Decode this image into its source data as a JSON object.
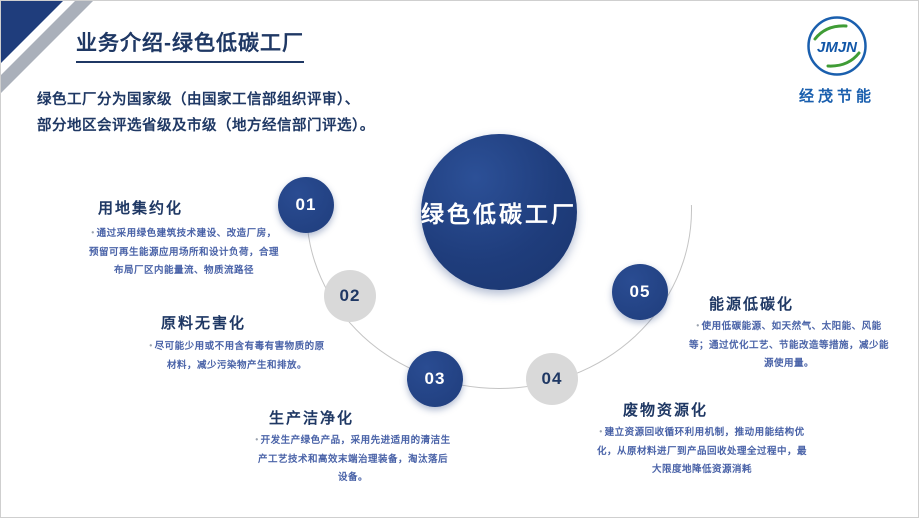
{
  "slide": {
    "title": "业务介绍-绿色低碳工厂",
    "intro_line1": "绿色工厂分为国家级（由国家工信部组织评审）、",
    "intro_line2": "部分地区会评选省级及市级（地方经信部门评选）。",
    "center_circle_label": "绿色低碳工厂"
  },
  "logo": {
    "monogram": "JMJN",
    "company_name": "经茂节能"
  },
  "bullet_glyph": "•",
  "items": [
    {
      "number": "01",
      "title": "用地集约化",
      "desc": "通过采用绿色建筑技术建设、改造厂房，预留可再生能源应用场所和设计负荷，合理布局厂区内能量流、物质流路径",
      "style": "blue"
    },
    {
      "number": "02",
      "title": "原料无害化",
      "desc": "尽可能少用或不用含有毒有害物质的原材料，减少污染物产生和排放。",
      "style": "gray"
    },
    {
      "number": "03",
      "title": "生产洁净化",
      "desc": "开发生产绿色产品，采用先进适用的清洁生产工艺技术和高效末端治理装备，淘汰落后设备。",
      "style": "blue"
    },
    {
      "number": "04",
      "title": "废物资源化",
      "desc": "建立资源回收循环利用机制，推动用能结构优化，从原材料进厂到产品回收处理全过程中，最大限度地降低资源消耗",
      "style": "gray"
    },
    {
      "number": "05",
      "title": "能源低碳化",
      "desc": "使用低碳能源、如天然气、太阳能、风能等；通过优化工艺、节能改造等措施，减少能源使用量。",
      "style": "blue"
    }
  ],
  "colors": {
    "primary_navy": "#1f3d7c",
    "heading_navy": "#1f3864",
    "desc_blue": "#4a63a8",
    "gray_circle": "#d9d9d9",
    "logo_blue": "#1a5fae",
    "logo_green": "#3f9c35",
    "arc_gray": "#c4c4c4"
  }
}
